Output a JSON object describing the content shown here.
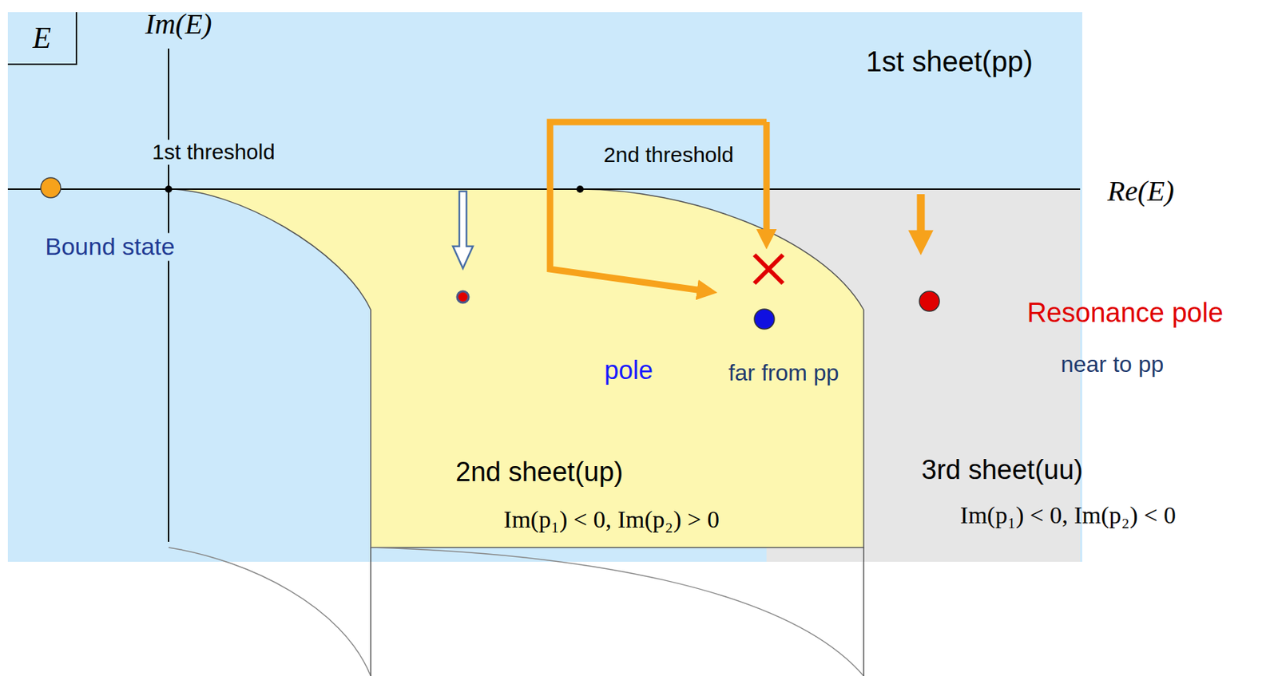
{
  "diagram": {
    "nodes": [
      {
        "text": [
          "E"
        ]
      }
    ],
    "labels": [
      "Im(E)",
      "1st sheet(pp)",
      "1st  threshold",
      "2nd  threshold",
      "Re(E)",
      "Bound state",
      "Resonance pole",
      "pole",
      "far from pp",
      "near to pp",
      "2nd sheet(up)",
      "Im(p₁) < 0,  Im(p₂) > 0",
      "3rd sheet(uu)",
      "Im(p₁) < 0,  Im(p₂) < 0"
    ]
  }
}
